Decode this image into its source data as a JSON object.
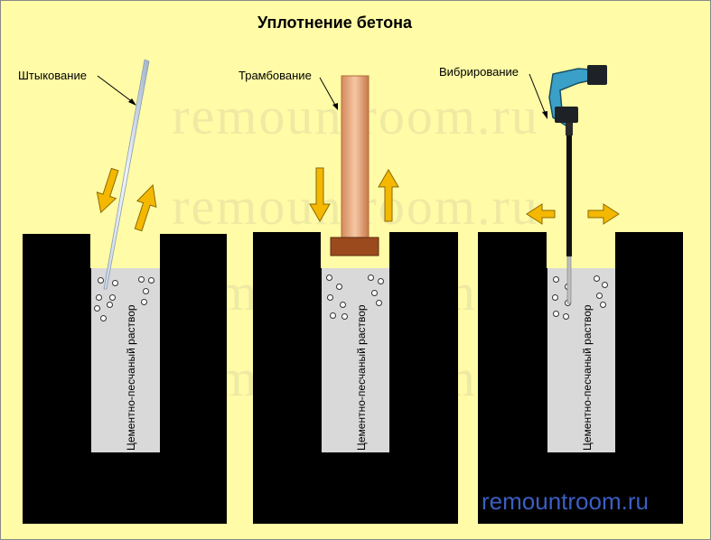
{
  "title": "Уплотнение бетона",
  "labels": {
    "rodding": "Штыкование",
    "tamping": "Трамбование",
    "vibration": "Вибрирование"
  },
  "mortar_label": "Цементно-песчаный раствор",
  "watermark": "remountroom.ru",
  "site": "remountroom.ru",
  "colors": {
    "background": "#FFFBA6",
    "wall": "#000000",
    "mortar": "#D9D9D9",
    "arrow": "#F5B800",
    "tamper": "#E5A57A",
    "tool": "#3aa0c8"
  }
}
